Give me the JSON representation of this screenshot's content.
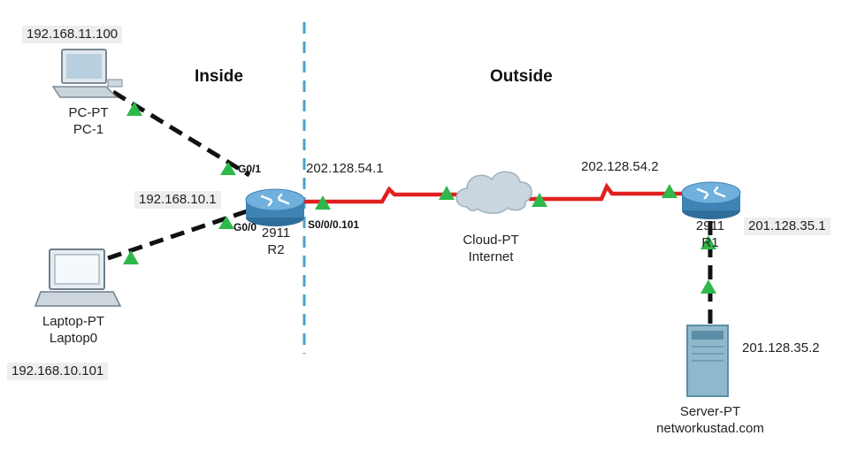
{
  "zones": {
    "inside": "Inside",
    "outside": "Outside"
  },
  "devices": {
    "pc1": {
      "type": "PC-PT",
      "name": "PC-1",
      "ip": "192.168.11.100"
    },
    "laptop0": {
      "type": "Laptop-PT",
      "name": "Laptop0",
      "ip": "192.168.10.101"
    },
    "r2": {
      "model": "2911",
      "name": "R2",
      "ip": "192.168.10.1"
    },
    "cloud": {
      "type": "Cloud-PT",
      "name": "Internet"
    },
    "r1": {
      "model": "2911",
      "name": "R1",
      "ip": "201.128.35.1"
    },
    "server": {
      "type": "Server-PT",
      "name": "networkustad.com",
      "ip": "201.128.35.2"
    }
  },
  "ports": {
    "r2_g01": "G0/1",
    "r2_g00": "G0/0",
    "r2_serial": "S0/0/0.101"
  },
  "link_ips": {
    "r2_wan": "202.128.54.1",
    "r1_wan": "202.128.54.2"
  },
  "colors": {
    "ethernet": "#111111",
    "serial": "#e02020",
    "link_up": "#2fb84a",
    "divider": "#4aa3c8",
    "router": "#4f97c9"
  }
}
